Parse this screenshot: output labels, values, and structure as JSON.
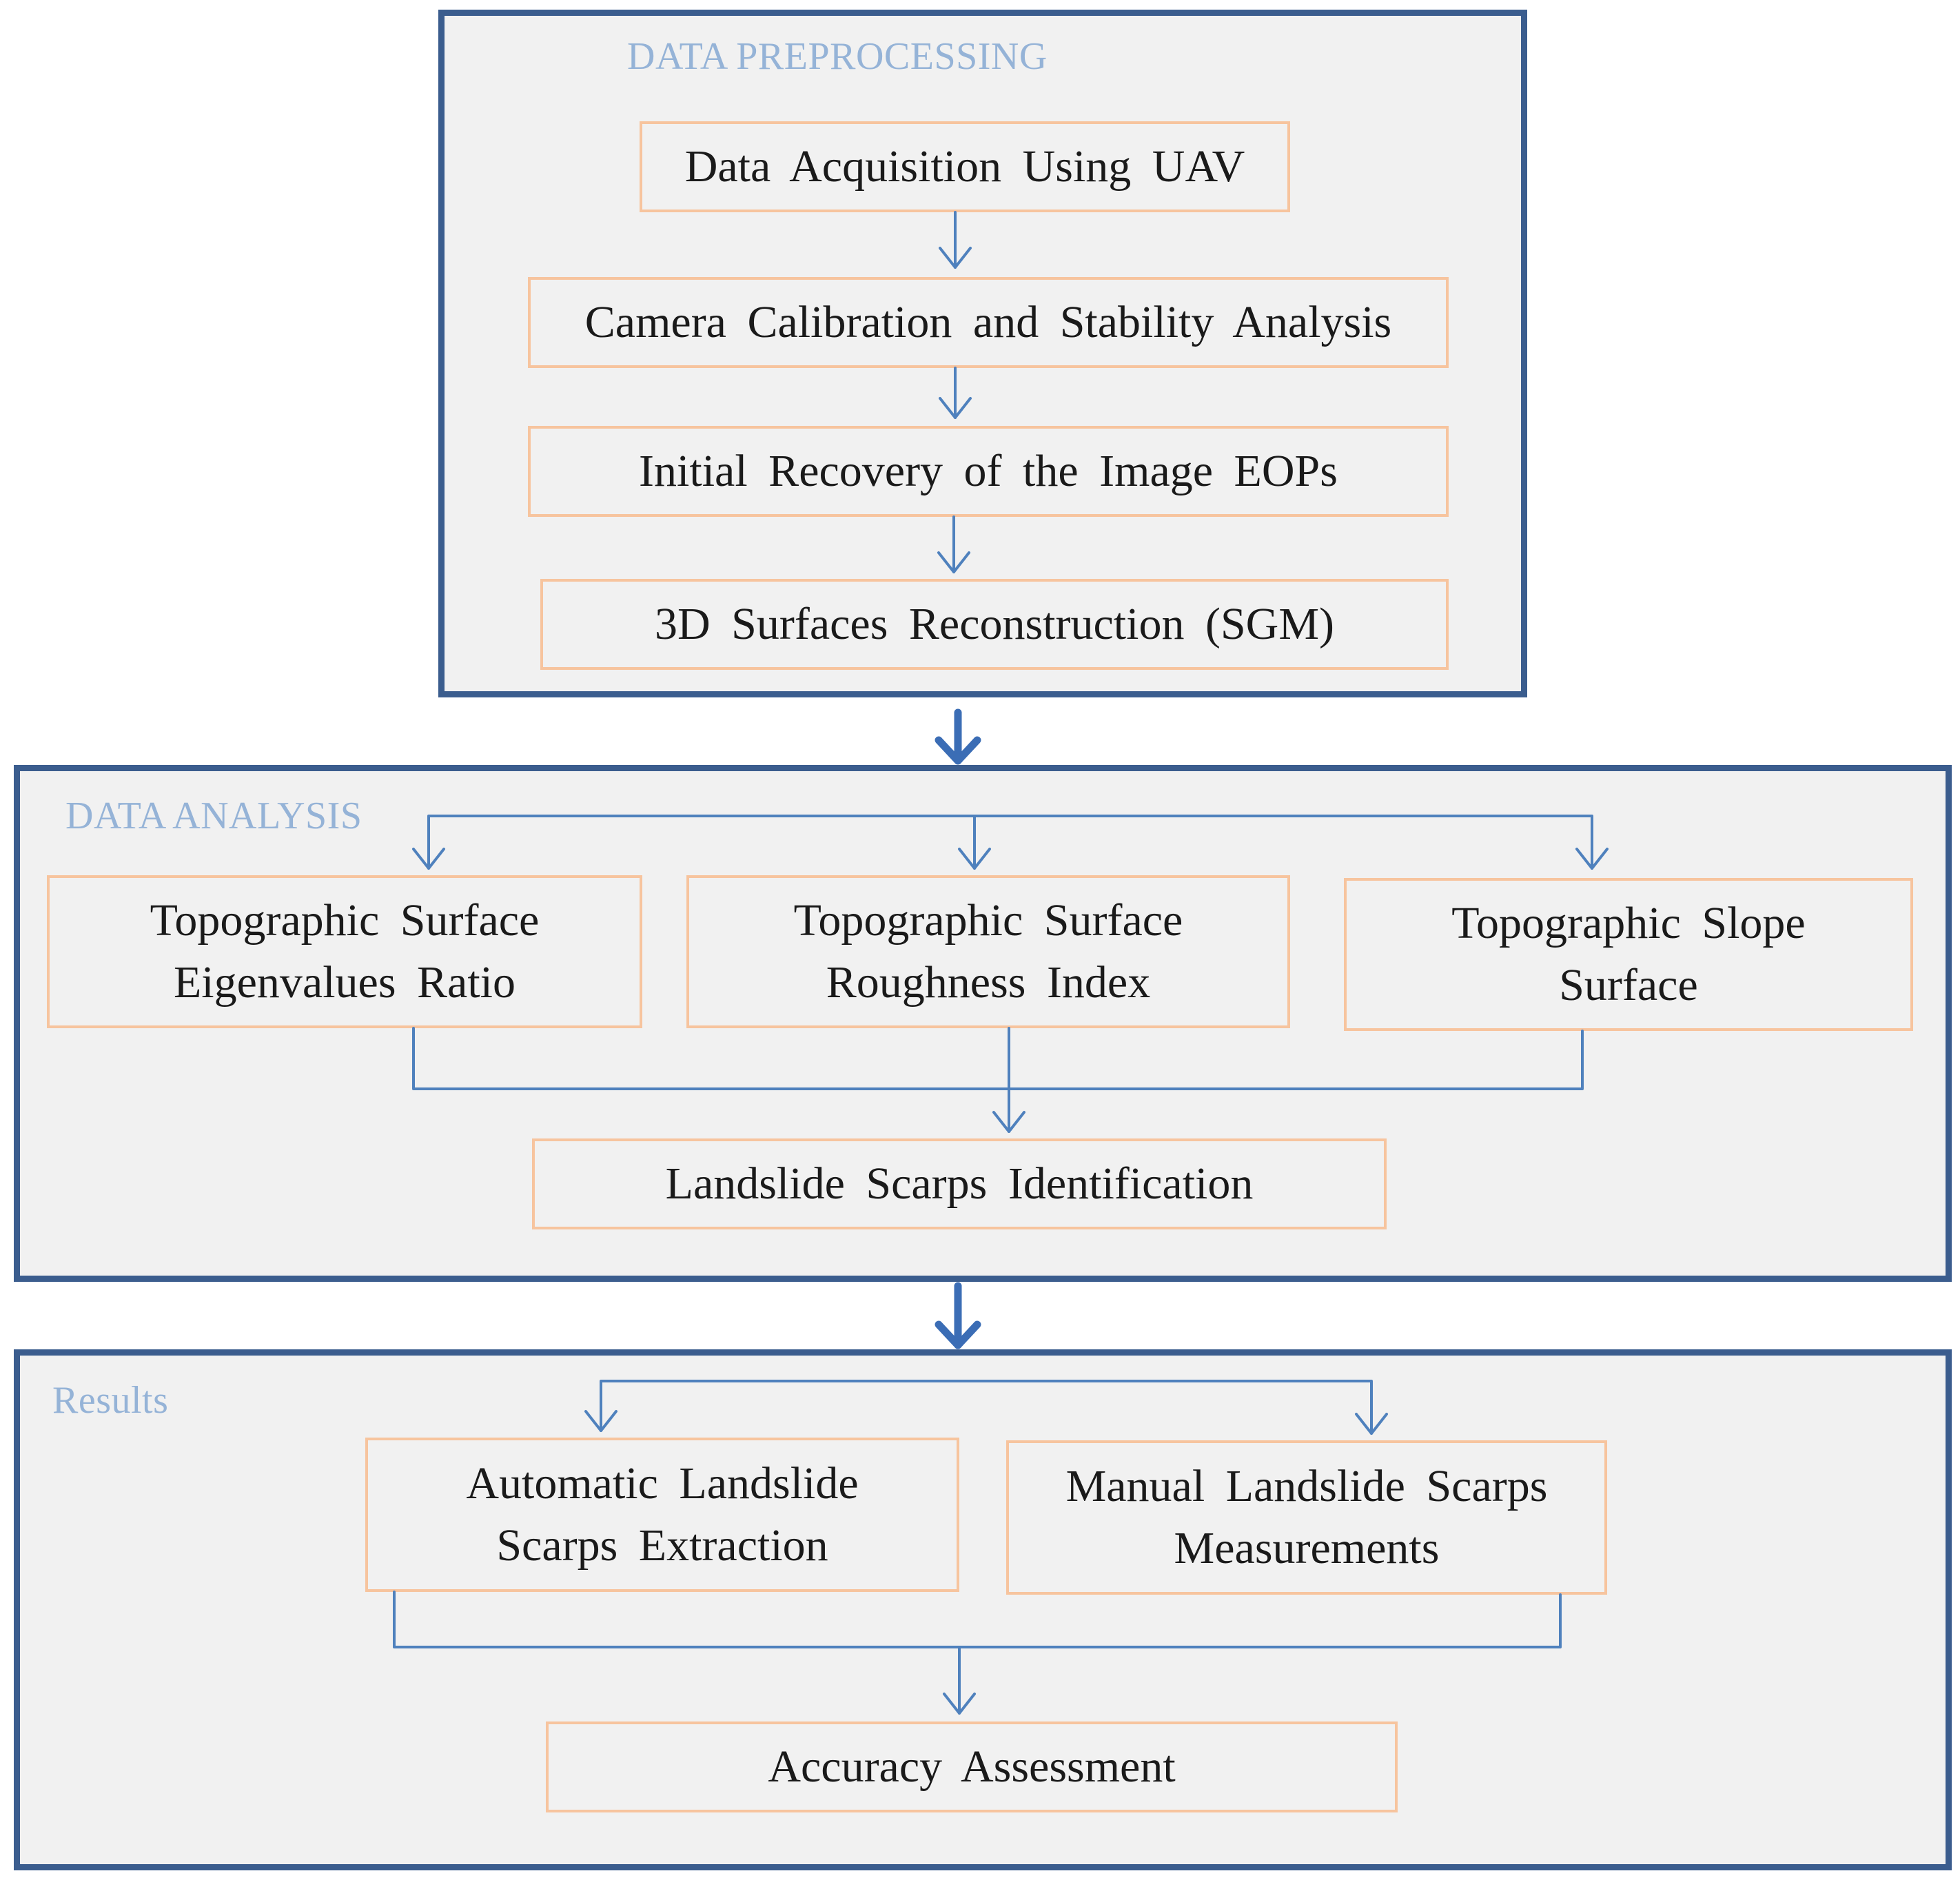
{
  "diagram": {
    "sections": {
      "preprocessing": {
        "title": "DATA PREPROCESSING"
      },
      "analysis": {
        "title": "DATA ANALYSIS"
      },
      "results": {
        "title": "Results"
      }
    },
    "nodes": {
      "data_acquisition": {
        "lines": [
          "Data Acquisition  Using  UAV"
        ]
      },
      "camera_calibration": {
        "lines": [
          "Camera Calibration  and Stability  Analysis"
        ]
      },
      "initial_recovery": {
        "lines": [
          "Initial  Recovery  of the  Image  EOPs"
        ]
      },
      "surface_reconstruction": {
        "lines": [
          "3D Surfaces  Reconstruction  (SGM)"
        ]
      },
      "eigenvalues_ratio": {
        "lines": [
          "Topographic  Surface",
          "Eigenvalues  Ratio"
        ]
      },
      "roughness_index": {
        "lines": [
          "Topographic  Surface",
          "Roughness  Index"
        ]
      },
      "slope_surface": {
        "lines": [
          "Topographic  Slope",
          "Surface"
        ]
      },
      "scarps_identification": {
        "lines": [
          "Landslide  Scarps Identification"
        ]
      },
      "automatic_extraction": {
        "lines": [
          "Automatic  Landslide",
          "Scarps Extraction"
        ]
      },
      "manual_measurements": {
        "lines": [
          "Manual  Landslide  Scarps",
          "Measurements"
        ]
      },
      "accuracy_assessment": {
        "lines": [
          "Accuracy  Assessment"
        ]
      }
    },
    "edges": [
      [
        "data_acquisition",
        "camera_calibration"
      ],
      [
        "camera_calibration",
        "initial_recovery"
      ],
      [
        "initial_recovery",
        "surface_reconstruction"
      ],
      [
        "preprocessing",
        "analysis"
      ],
      [
        "analysis",
        "eigenvalues_ratio"
      ],
      [
        "analysis",
        "roughness_index"
      ],
      [
        "analysis",
        "slope_surface"
      ],
      [
        "eigenvalues_ratio",
        "scarps_identification"
      ],
      [
        "roughness_index",
        "scarps_identification"
      ],
      [
        "slope_surface",
        "scarps_identification"
      ],
      [
        "analysis",
        "results"
      ],
      [
        "results",
        "automatic_extraction"
      ],
      [
        "results",
        "manual_measurements"
      ],
      [
        "automatic_extraction",
        "accuracy_assessment"
      ],
      [
        "manual_measurements",
        "accuracy_assessment"
      ]
    ],
    "colors": {
      "section_border": "#3b5d8e",
      "section_fill": "#f1f1f1",
      "section_title": "#95b3d7",
      "node_border": "#f7c49e",
      "connector": "#4f81bd"
    }
  }
}
